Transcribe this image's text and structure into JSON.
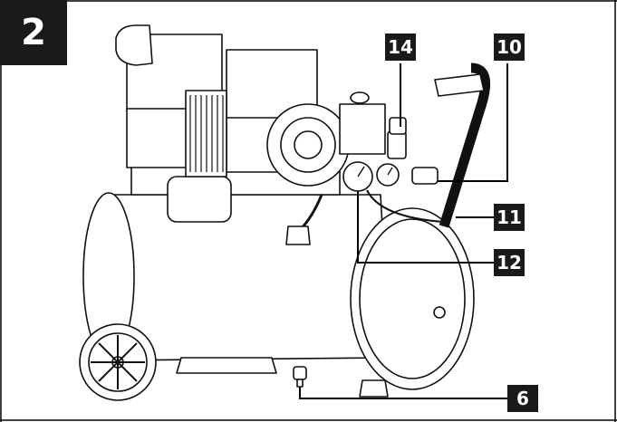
{
  "figure": {
    "number": "2"
  },
  "callouts": [
    "14",
    "10",
    "11",
    "12",
    "6"
  ]
}
